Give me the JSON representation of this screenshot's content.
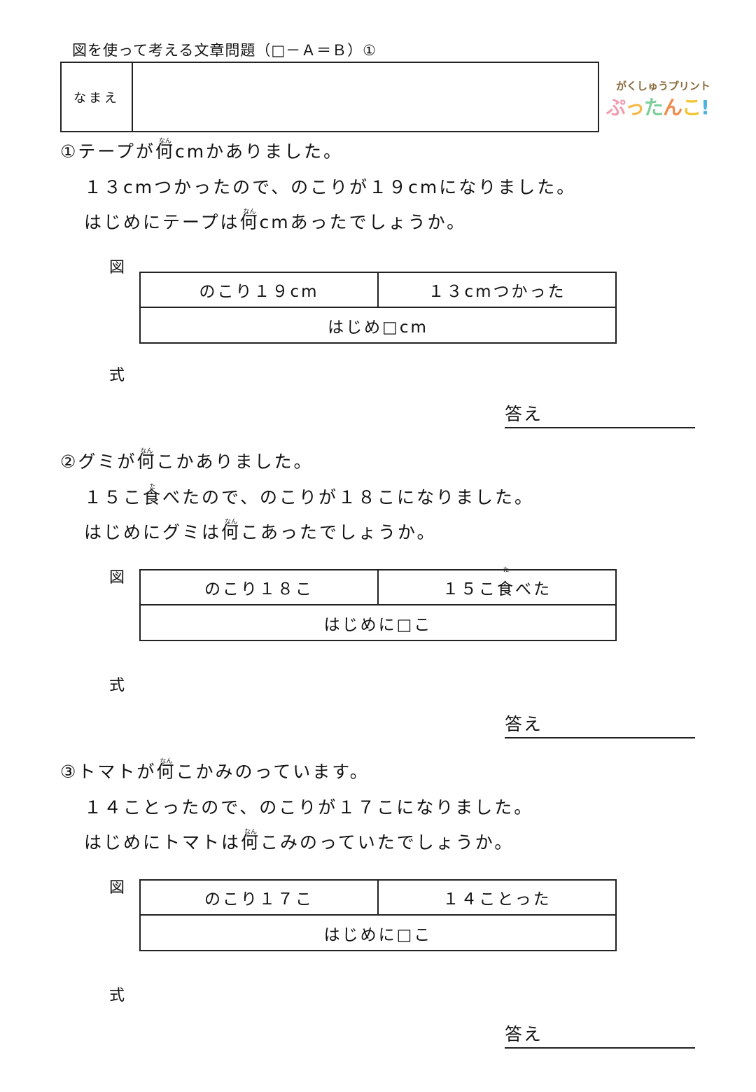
{
  "header": {
    "title": "図を使って考える文章問題（□－Ａ＝Ｂ）①",
    "name_label": "なまえ"
  },
  "logo": {
    "tagline": "がくしゅうプリント",
    "brand_chars": [
      "ぷ",
      "っ",
      "た",
      "ん",
      "こ",
      "!"
    ],
    "brand_colors": [
      "#f29bb0",
      "#f6b844",
      "#7ccf9a",
      "#f08a4b",
      "#f4c430",
      "#4bb3e0"
    ]
  },
  "problems": [
    {
      "number": "①",
      "lines": [
        {
          "before": "テープが",
          "ruby_base": "何",
          "ruby_text": "なん",
          "after": "cmかありました。"
        },
        {
          "before": "１３cmつかったので、のこりが１９cmになりました。",
          "ruby_base": "",
          "ruby_text": "",
          "after": ""
        },
        {
          "before": "はじめにテープは",
          "ruby_base": "何",
          "ruby_text": "なん",
          "after": "cmあったでしょうか。"
        }
      ],
      "figure_label": "図",
      "diagram": {
        "left": {
          "before": "のこり１９cm",
          "ruby_base": "",
          "ruby_text": "",
          "after": ""
        },
        "right": {
          "before": "１３cmつかった",
          "ruby_base": "",
          "ruby_text": "",
          "after": ""
        },
        "bottom": "はじめ□cm"
      },
      "equation_label": "式",
      "answer_label": "答え"
    },
    {
      "number": "②",
      "lines": [
        {
          "before": "グミが",
          "ruby_base": "何",
          "ruby_text": "なん",
          "after": "こかありました。"
        },
        {
          "before": "１５こ",
          "ruby_base": "食",
          "ruby_text": "た",
          "after": "べたので、のこりが１８こになりました。"
        },
        {
          "before": "はじめにグミは",
          "ruby_base": "何",
          "ruby_text": "なん",
          "after": "こあったでしょうか。"
        }
      ],
      "figure_label": "図",
      "diagram": {
        "left": {
          "before": "のこり１８こ",
          "ruby_base": "",
          "ruby_text": "",
          "after": ""
        },
        "right": {
          "before": "１５こ",
          "ruby_base": "食",
          "ruby_text": "た",
          "after": "べた"
        },
        "bottom": "はじめに□こ"
      },
      "equation_label": "式",
      "answer_label": "答え"
    },
    {
      "number": "③",
      "lines": [
        {
          "before": "トマトが",
          "ruby_base": "何",
          "ruby_text": "なん",
          "after": "こかみのっています。"
        },
        {
          "before": "１４ことったので、のこりが１７こになりました。",
          "ruby_base": "",
          "ruby_text": "",
          "after": ""
        },
        {
          "before": "はじめにトマトは",
          "ruby_base": "何",
          "ruby_text": "なん",
          "after": "こみのっていたでしょうか。"
        }
      ],
      "figure_label": "図",
      "diagram": {
        "left": {
          "before": "のこり１７こ",
          "ruby_base": "",
          "ruby_text": "",
          "after": ""
        },
        "right": {
          "before": "１４ことった",
          "ruby_base": "",
          "ruby_text": "",
          "after": ""
        },
        "bottom": "はじめに□こ"
      },
      "equation_label": "式",
      "answer_label": "答え"
    }
  ]
}
